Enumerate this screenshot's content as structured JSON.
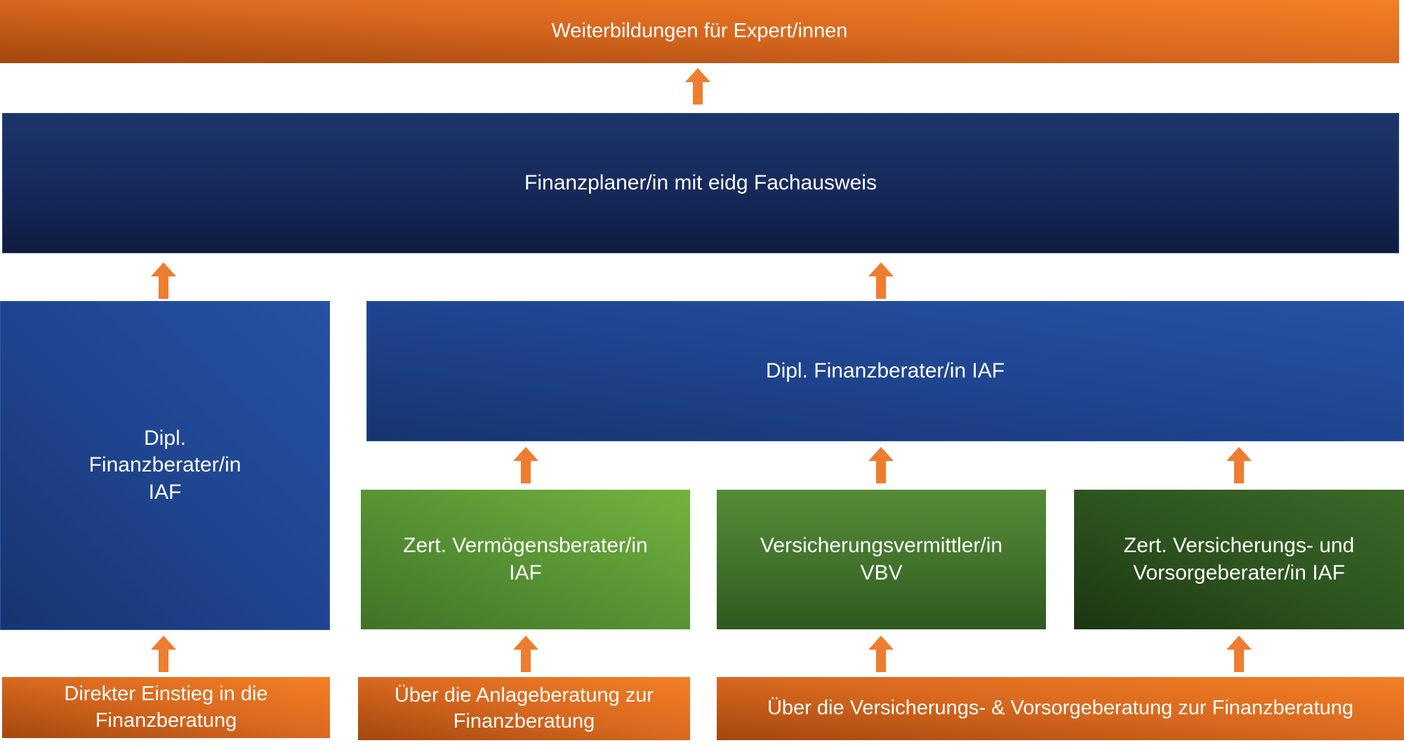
{
  "boxes": {
    "top_title": "Weiterbildungen für Expert/innen",
    "finanzplaner": "Finanzplaner/in mit eidg Fachausweis",
    "dipl_left": "Dipl.\nFinanzberater/in\nIAF",
    "dipl_right": "Dipl. Finanzberater/in IAF",
    "zert_vermoegen": "Zert. Vermögensberater/in\nIAF",
    "versicherungsvermittler": "Versicherungsvermittler/in\nVBV",
    "zert_versicherung": "Zert. Versicherungs- und\nVorsorgeberater/in IAF",
    "entry_direct": "Direkter Einstieg in die\nFinanzberatung",
    "entry_anlage": "Über die Anlageberatung zur\nFinanzberatung",
    "entry_versicherung": "Über die Versicherungs- & Vorsorgeberatung zur Finanzberatung"
  },
  "colors": {
    "orange": "#f47f25",
    "arrow": "#ee7d2f",
    "navy": "#16295a",
    "blue": "#1f4590",
    "green_light": "#6ab23e",
    "green_mid": "#4a7d31",
    "green_dark": "#2c521e"
  }
}
